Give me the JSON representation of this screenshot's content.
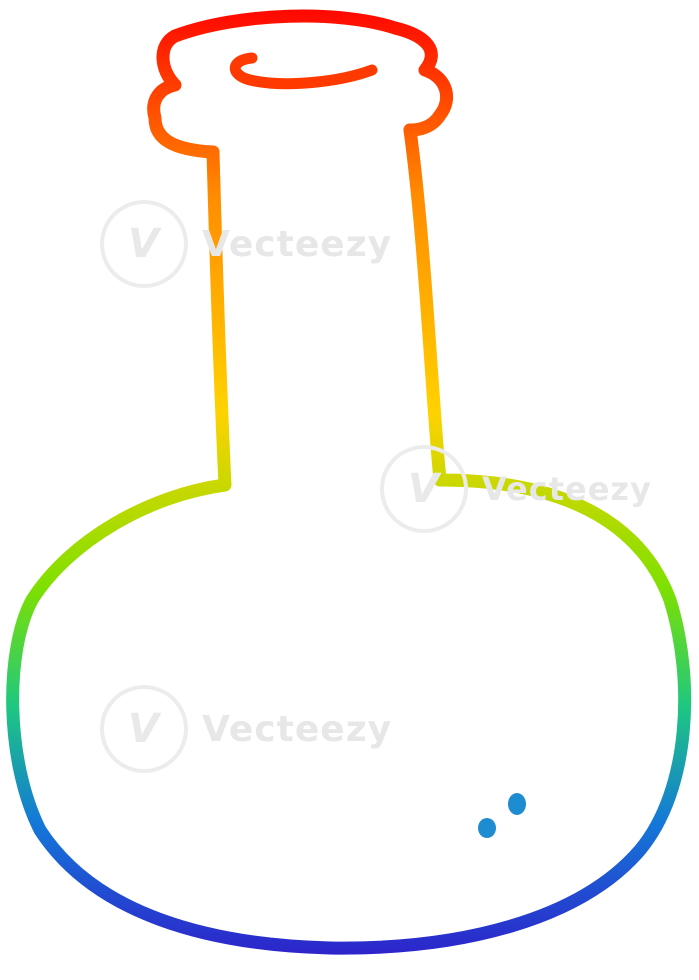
{
  "illustration": {
    "subject": "bottle-outline",
    "gradient_colors": [
      "#ff0000",
      "#ff8c00",
      "#ffd200",
      "#7ee000",
      "#1ec880",
      "#1478d8",
      "#3214c8"
    ],
    "background_color": "#ffffff"
  },
  "watermark": {
    "text": "Vecteezy",
    "logo_glyph": "V"
  }
}
